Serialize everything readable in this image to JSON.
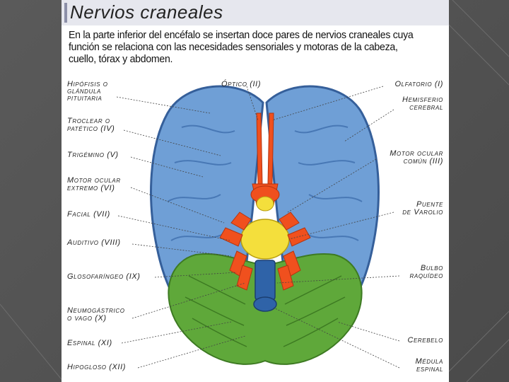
{
  "title": "Nervios craneales",
  "intro": "En la parte inferior del encéfalo se insertan doce pares de nervios craneales cuya función se relaciona con las necesidades sensoriales y motoras de la cabeza, cuello, tórax y abdomen.",
  "labels_left": [
    {
      "line1": "Hipófisis o",
      "line2": "glándula",
      "line3": "pituitaria"
    },
    {
      "line1": "Troclear o",
      "line2": "patético (IV)"
    },
    {
      "line1": "Trigémino (V)"
    },
    {
      "line1": "Motor ocular",
      "line2": "extremo (VI)"
    },
    {
      "line1": "Facial (VII)"
    },
    {
      "line1": "Auditivo (VIII)"
    },
    {
      "line1": "Glosofaríngeo (IX)"
    },
    {
      "line1": "Neumogástrico",
      "line2": "o vago (X)"
    },
    {
      "line1": "Espinal (XI)"
    },
    {
      "line1": "Hipogloso (XII)"
    }
  ],
  "labels_top": {
    "optic": "Óptico (II)"
  },
  "labels_right": [
    {
      "line1": "Olfatorio (I)"
    },
    {
      "line1": "Hemisferio",
      "line2": "cerebral"
    },
    {
      "line1": "Motor ocular",
      "line2": "común (III)"
    },
    {
      "line1": "Puente",
      "line2": "de Varolio"
    },
    {
      "line1": "Bulbo",
      "line2": "raquídeo"
    },
    {
      "line1": "Cerebelo"
    },
    {
      "line1": "Médula",
      "line2": "espinal"
    }
  ],
  "colors": {
    "hemisphere": "#6f9fd6",
    "hemisphere_edge": "#355f9a",
    "cerebellum": "#5fa83a",
    "nerves": "#f0501e",
    "pons": "#f4df3c",
    "medulla": "#2f63a8"
  }
}
